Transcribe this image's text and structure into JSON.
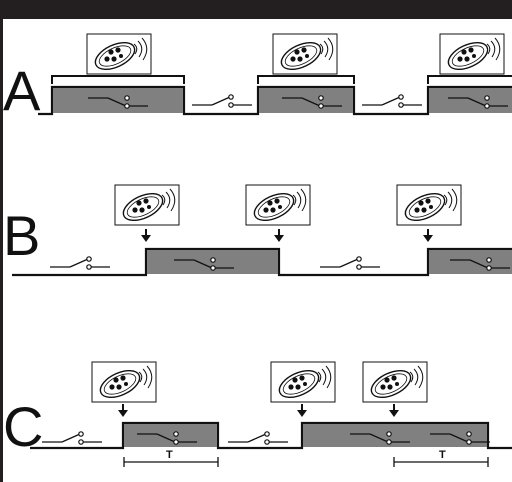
{
  "rows": [
    {
      "id": "A",
      "letter": "A"
    },
    {
      "id": "B",
      "letter": "B"
    },
    {
      "id": "C",
      "letter": "C"
    }
  ],
  "timer_labels": [
    "T",
    "T"
  ],
  "icons": {
    "remote": "remote-control-icon",
    "switch_open": "switch-open-icon",
    "switch_closed": "switch-closed-icon",
    "arrow": "arrow-down-icon"
  },
  "colors": {
    "on_fill": "#808080",
    "line": "#111111",
    "frame": "#231f20"
  }
}
